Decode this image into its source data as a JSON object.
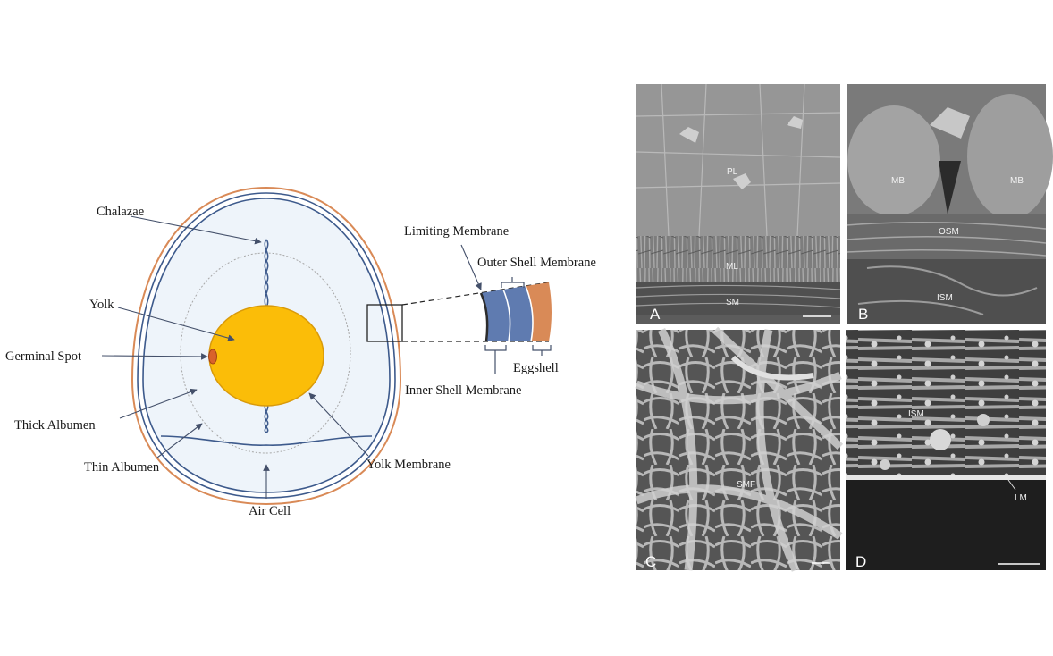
{
  "diagram": {
    "labels": {
      "chalazae": "Chalazae",
      "yolk": "Yolk",
      "germinal_spot": "Germinal Spot",
      "thick_albumen": "Thick Albumen",
      "thin_albumen": "Thin Albumen",
      "air_cell": "Air Cell",
      "yolk_membrane": "Yolk Membrane",
      "limiting_membrane": "Limiting Membrane",
      "outer_shell_membrane": "Outer Shell Membrane",
      "inner_shell_membrane": "Inner Shell Membrane",
      "eggshell": "Eggshell"
    },
    "colors": {
      "shell": "#d98a57",
      "membrane": "#3d5a8c",
      "albumen": "#eef4fa",
      "yolk": "#fbbd08",
      "yolk_stroke": "#d99a0a",
      "germinal_spot": "#d9622b",
      "membrane_fill": "#5f7bb0",
      "shell_fill": "#d98a57",
      "arrow": "#44506a"
    }
  },
  "micrographs": {
    "panels": [
      {
        "letter": "A",
        "labels": [
          "PL",
          "ML",
          "SM"
        ]
      },
      {
        "letter": "B",
        "labels": [
          "MB",
          "MB",
          "OSM",
          "ISM"
        ]
      },
      {
        "letter": "C",
        "labels": [
          "SMF"
        ]
      },
      {
        "letter": "D",
        "labels": [
          "ISM",
          "LM"
        ]
      }
    ]
  }
}
